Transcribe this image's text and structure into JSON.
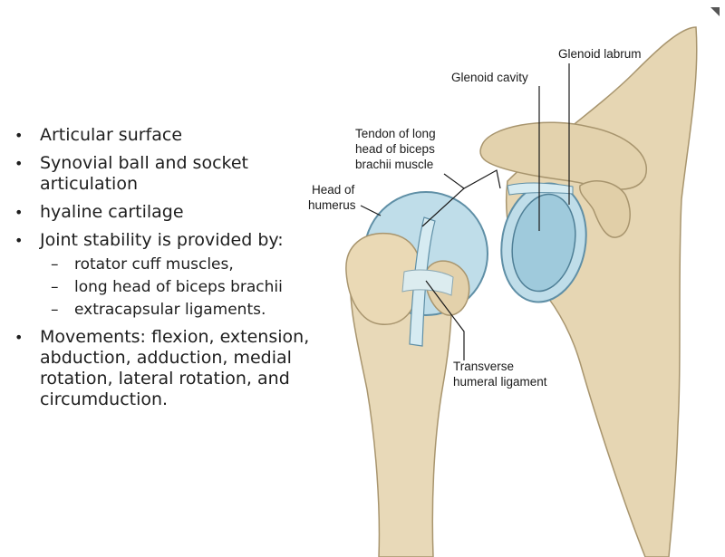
{
  "bullets": [
    {
      "text": "Articular surface",
      "sub": []
    },
    {
      "text": "Synovial ball and socket articulation",
      "sub": []
    },
    {
      "text": "hyaline cartilage",
      "sub": []
    },
    {
      "text": "Joint stability is provided by:",
      "sub": [
        "rotator cuff muscles,",
        "long head of biceps brachii",
        "extracapsular ligaments."
      ]
    },
    {
      "text": "Movements: flexion, extension, abduction, adduction, medial rotation, lateral rotation, and circumduction.",
      "sub": []
    }
  ],
  "figure": {
    "labels": {
      "glenoid_labrum": "Glenoid labrum",
      "glenoid_cavity": "Glenoid cavity",
      "tendon_line1": "Tendon of long",
      "tendon_line2": "head of biceps",
      "tendon_line3": "brachii muscle",
      "head_line1": "Head of",
      "head_line2": "humerus",
      "transverse_line1": "Transverse",
      "transverse_line2": "humeral ligament"
    },
    "colors": {
      "bone": "#e8d9b8",
      "bone_shadow": "#c9b68e",
      "cartilage": "#b9dbe8",
      "cartilage_edge": "#5f8fa6",
      "tendon": "#d6ebf2"
    }
  }
}
